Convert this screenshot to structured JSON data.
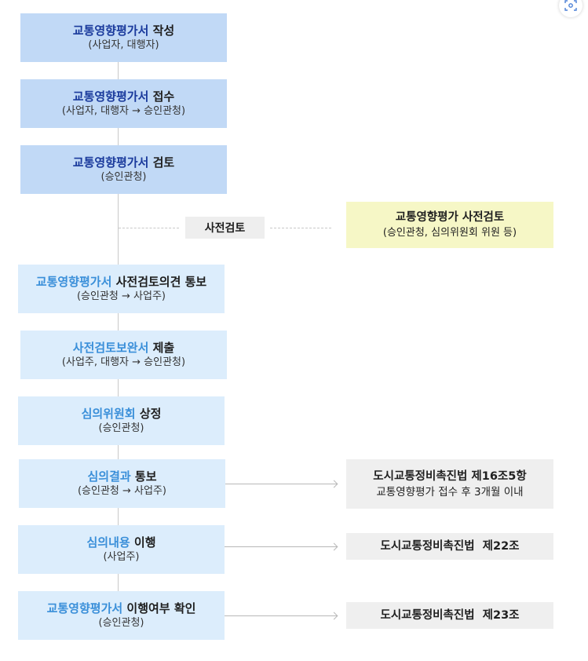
{
  "steps": [
    {
      "hl": "교통영향평가서",
      "rest": " 작성",
      "sub": "(사업자, 대행자)"
    },
    {
      "hl": "교통영향평가서",
      "rest": " 접수",
      "sub": "(사업자, 대행자 → 승인관청)"
    },
    {
      "hl": "교통영향평가서",
      "rest": " 검토",
      "sub": "(승인관청)"
    },
    {
      "hl": "교통영향평가서",
      "rest": " 사전검토의견 통보",
      "sub": "(승인관청 → 사업주)"
    },
    {
      "hl": "사전검토보완서",
      "rest": " 제출",
      "sub": "(사업주, 대행자 → 승인관청)"
    },
    {
      "hl": "심의위원회",
      "rest": " 상정",
      "sub": "(승인관청)"
    },
    {
      "hl": "심의결과",
      "rest": " 통보",
      "sub": "(승인관청 → 사업주)"
    },
    {
      "hl": "심의내용",
      "rest": " 이행",
      "sub": "(사업주)"
    },
    {
      "hl": "교통영향평가서",
      "rest": " 이행여부 확인",
      "sub": "(승인관청)"
    }
  ],
  "precheck": {
    "label": "사전검토",
    "note_title": "교통영향평가 사전검토",
    "note_sub": "(승인관청, 심의위원회 위원 등)"
  },
  "notes": [
    {
      "line1": "도시교통정비촉진법 제16조5항",
      "line2": "교통영향평가 접수 후 3개월 이내"
    },
    {
      "line1": "도시교통정비촉진법  제22조"
    },
    {
      "line1": "도시교통정비촉진법  제23조"
    }
  ],
  "icons": {
    "corner": "scan-icon"
  }
}
